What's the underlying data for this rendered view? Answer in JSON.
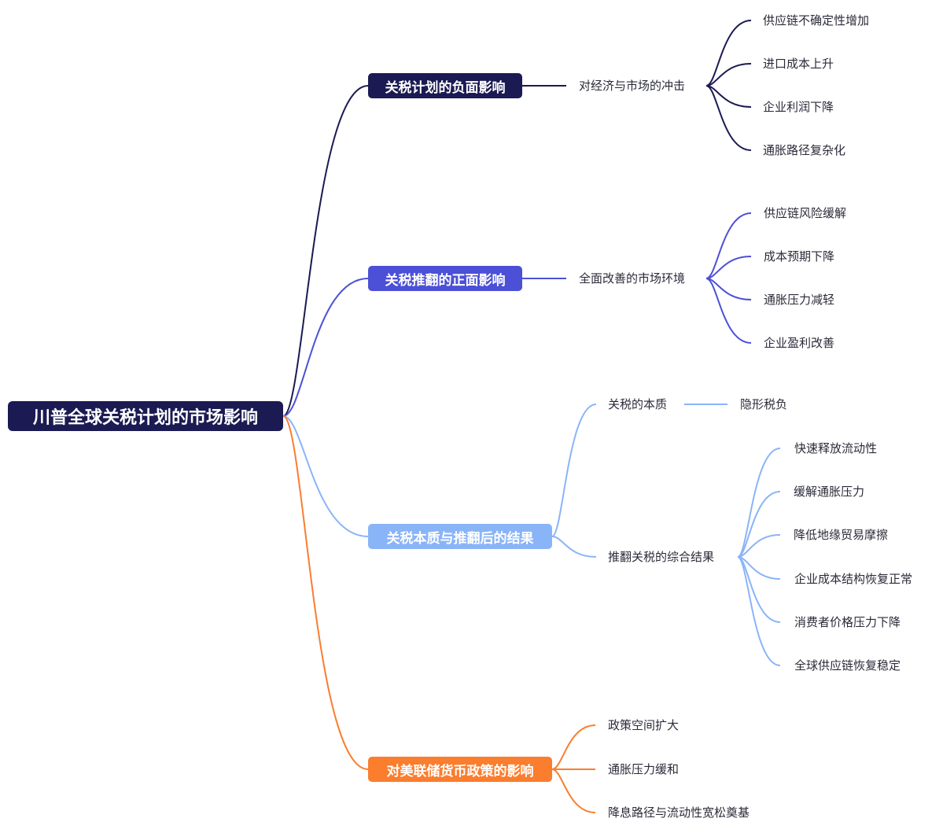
{
  "colors": {
    "root": "#1b1a52",
    "branch1": "#1b1a52",
    "branch2": "#4b50d6",
    "branch3": "#8ab4f8",
    "branch4": "#fb7d2e"
  },
  "root": "川普全球关税计划的市场影响",
  "branches": [
    {
      "label": "关税计划的负面影响",
      "sub": [
        {
          "label": "对经济与市场的冲击",
          "leaves": [
            "供应链不确定性增加",
            "进口成本上升",
            "企业利润下降",
            "通胀路径复杂化"
          ]
        }
      ]
    },
    {
      "label": "关税推翻的正面影响",
      "sub": [
        {
          "label": "全面改善的市场环境",
          "leaves": [
            "供应链风险缓解",
            "成本预期下降",
            "通胀压力减轻",
            "企业盈利改善"
          ]
        }
      ]
    },
    {
      "label": "关税本质与推翻后的结果",
      "sub": [
        {
          "label": "关税的本质",
          "leaves": [
            "隐形税负"
          ]
        },
        {
          "label": "推翻关税的综合结果",
          "leaves": [
            "快速释放流动性",
            "缓解通胀压力",
            "降低地缘贸易摩擦",
            "企业成本结构恢复正常",
            "消费者价格压力下降",
            "全球供应链恢复稳定"
          ]
        }
      ]
    },
    {
      "label": "对美联储货币政策的影响",
      "sub": [
        {
          "label": "政策空间扩大"
        },
        {
          "label": "通胀压力缓和"
        },
        {
          "label": "降息路径与流动性宽松奠基"
        }
      ]
    }
  ]
}
